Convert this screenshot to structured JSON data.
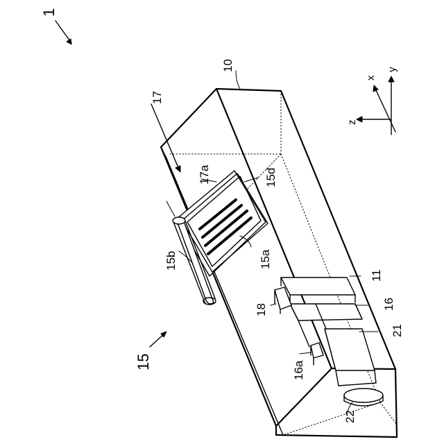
{
  "figure": {
    "labels": {
      "device": "1",
      "housing": "10",
      "part_11": "11",
      "part_15": "15",
      "part_15a": "15a",
      "part_15b": "15b",
      "part_15d": "15d",
      "part_16": "16",
      "part_16a": "16a",
      "part_17": "17",
      "part_17a": "17a",
      "part_18": "18",
      "part_21": "21",
      "part_22": "22"
    },
    "axes": {
      "x": "x",
      "y": "y",
      "z": "z"
    }
  }
}
